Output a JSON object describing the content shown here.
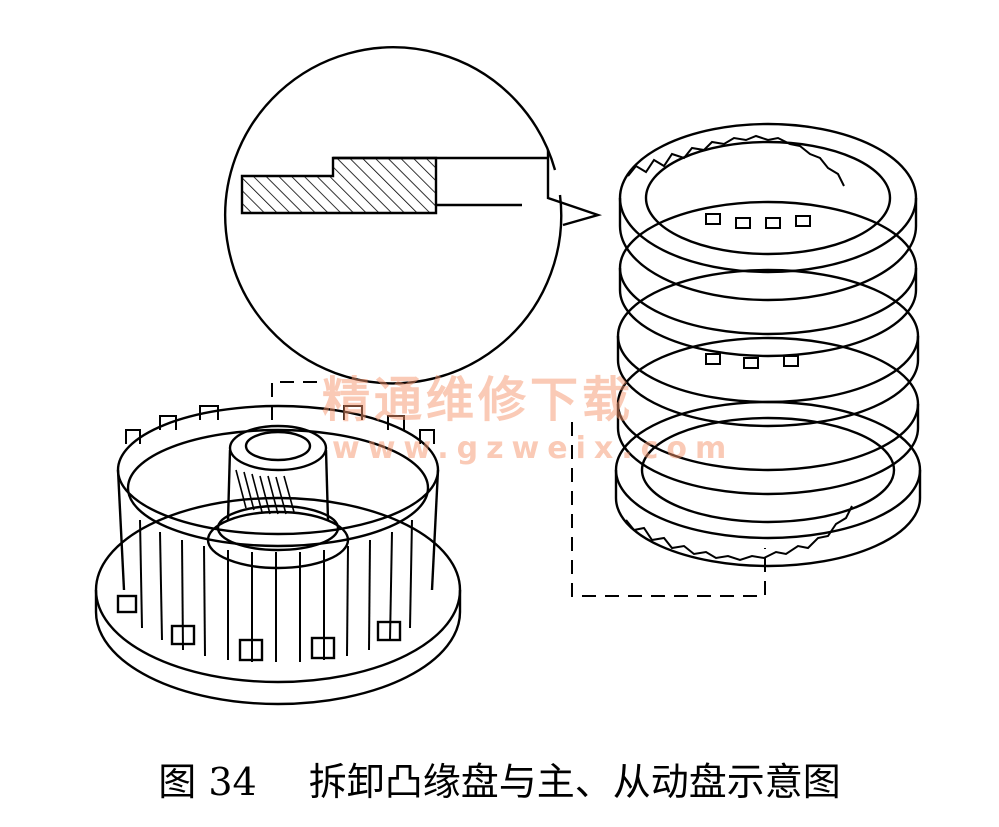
{
  "figure": {
    "watermark_text": "精通维修下载",
    "watermark_url": "www.gzweix.com",
    "caption_number": "图 34",
    "caption_text": "拆卸凸缘盘与主、从动盘示意图"
  }
}
